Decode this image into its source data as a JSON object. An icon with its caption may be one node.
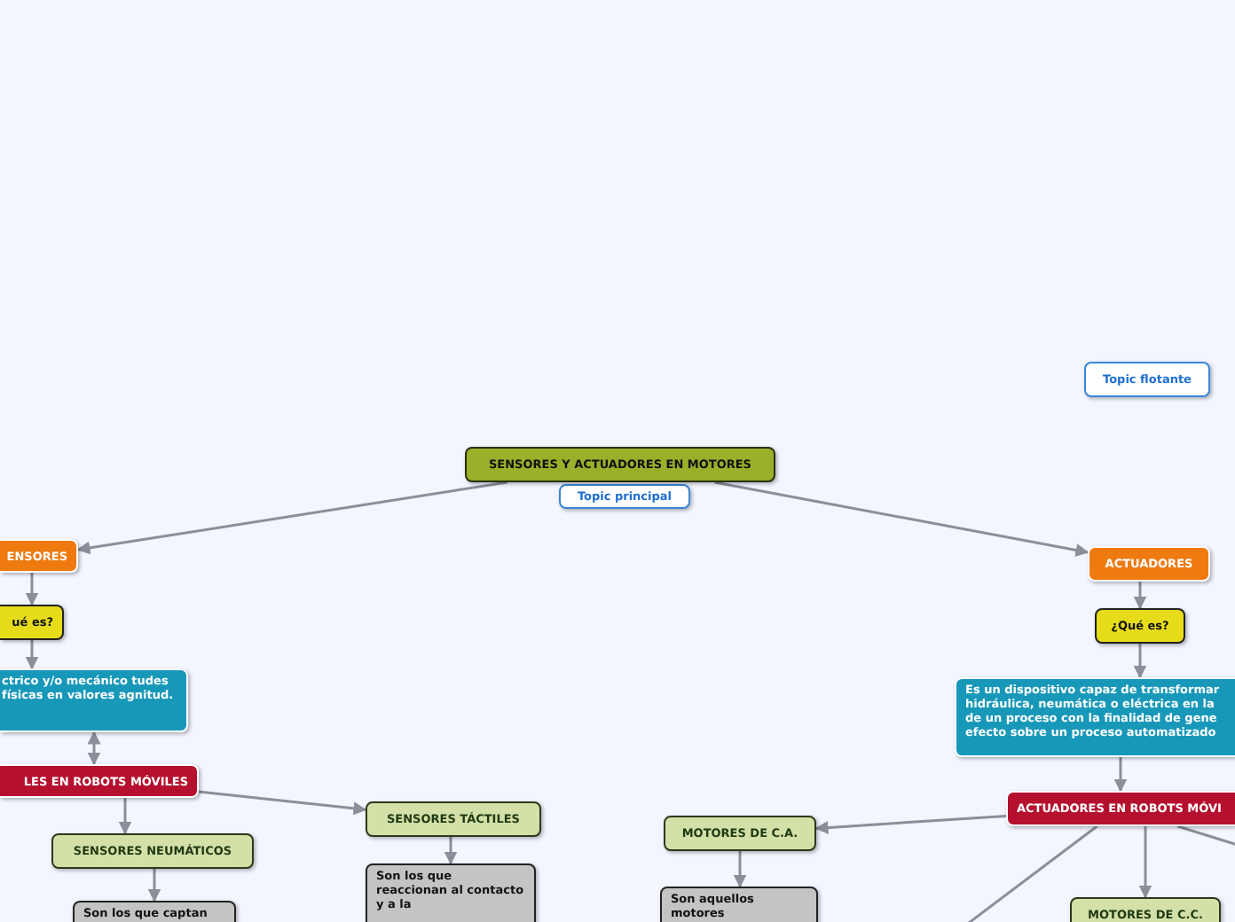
{
  "diagram": {
    "nodes": [
      {
        "text": [
          "SENSORES Y ACTUADORES EN MOTORES"
        ]
      },
      {
        "text": [
          "Topic principal"
        ]
      },
      {
        "text": [
          "Topic flotante"
        ]
      },
      {
        "text": [
          "ENSORES"
        ]
      },
      {
        "text": [
          "ué es?"
        ]
      },
      {
        "text": [
          "ctrico y/o mecánico tudes físicas en valores agnitud."
        ]
      },
      {
        "text": [
          "LES EN ROBOTS MÓVILES"
        ]
      },
      {
        "text": [
          "SENSORES NEUMÁTICOS"
        ]
      },
      {
        "text": [
          "Son los que captan"
        ]
      },
      {
        "text": [
          "SENSORES TÁCTILES"
        ]
      },
      {
        "text": [
          "Son los que reaccionan al contacto y a la"
        ]
      },
      {
        "text": [
          "ACTUADORES"
        ]
      },
      {
        "text": [
          "¿Qué es?"
        ]
      },
      {
        "text": [
          "Es un dispositivo capaz de transformar hidráulica, neumática o eléctrica en la de un proceso con la finalidad de gene efecto sobre un proceso automatizado"
        ]
      },
      {
        "text": [
          "ACTUADORES EN ROBOTS MÓVI"
        ]
      },
      {
        "text": [
          "MOTORES DE C.A."
        ]
      },
      {
        "text": [
          "Son aquellos motores"
        ]
      },
      {
        "text": [
          "MOTORES DE C.C."
        ]
      }
    ],
    "edges": [
      {
        "from": 0,
        "to": 3,
        "arrow": "to"
      },
      {
        "from": 0,
        "to": 11,
        "arrow": "to"
      },
      {
        "from": 3,
        "to": 4,
        "arrow": "to"
      },
      {
        "from": 4,
        "to": 5,
        "arrow": "to"
      },
      {
        "from": 5,
        "to": 6,
        "arrow": "both"
      },
      {
        "from": 6,
        "to": 7,
        "arrow": "to"
      },
      {
        "from": 6,
        "to": 9,
        "arrow": "to"
      },
      {
        "from": 7,
        "to": 8,
        "arrow": "to"
      },
      {
        "from": 9,
        "to": 10,
        "arrow": "to"
      },
      {
        "from": 11,
        "to": 12,
        "arrow": "to"
      },
      {
        "from": 12,
        "to": 13,
        "arrow": "to"
      },
      {
        "from": 13,
        "to": 14,
        "arrow": "to"
      },
      {
        "from": 14,
        "to": 15,
        "arrow": "to"
      },
      {
        "from": 14,
        "to": 17,
        "arrow": "to"
      },
      {
        "from": 15,
        "to": 16,
        "arrow": "to"
      },
      {
        "from": 14,
        "to": null,
        "arrow": "none"
      },
      {
        "from": 14,
        "to": null,
        "arrow": "none"
      }
    ]
  }
}
